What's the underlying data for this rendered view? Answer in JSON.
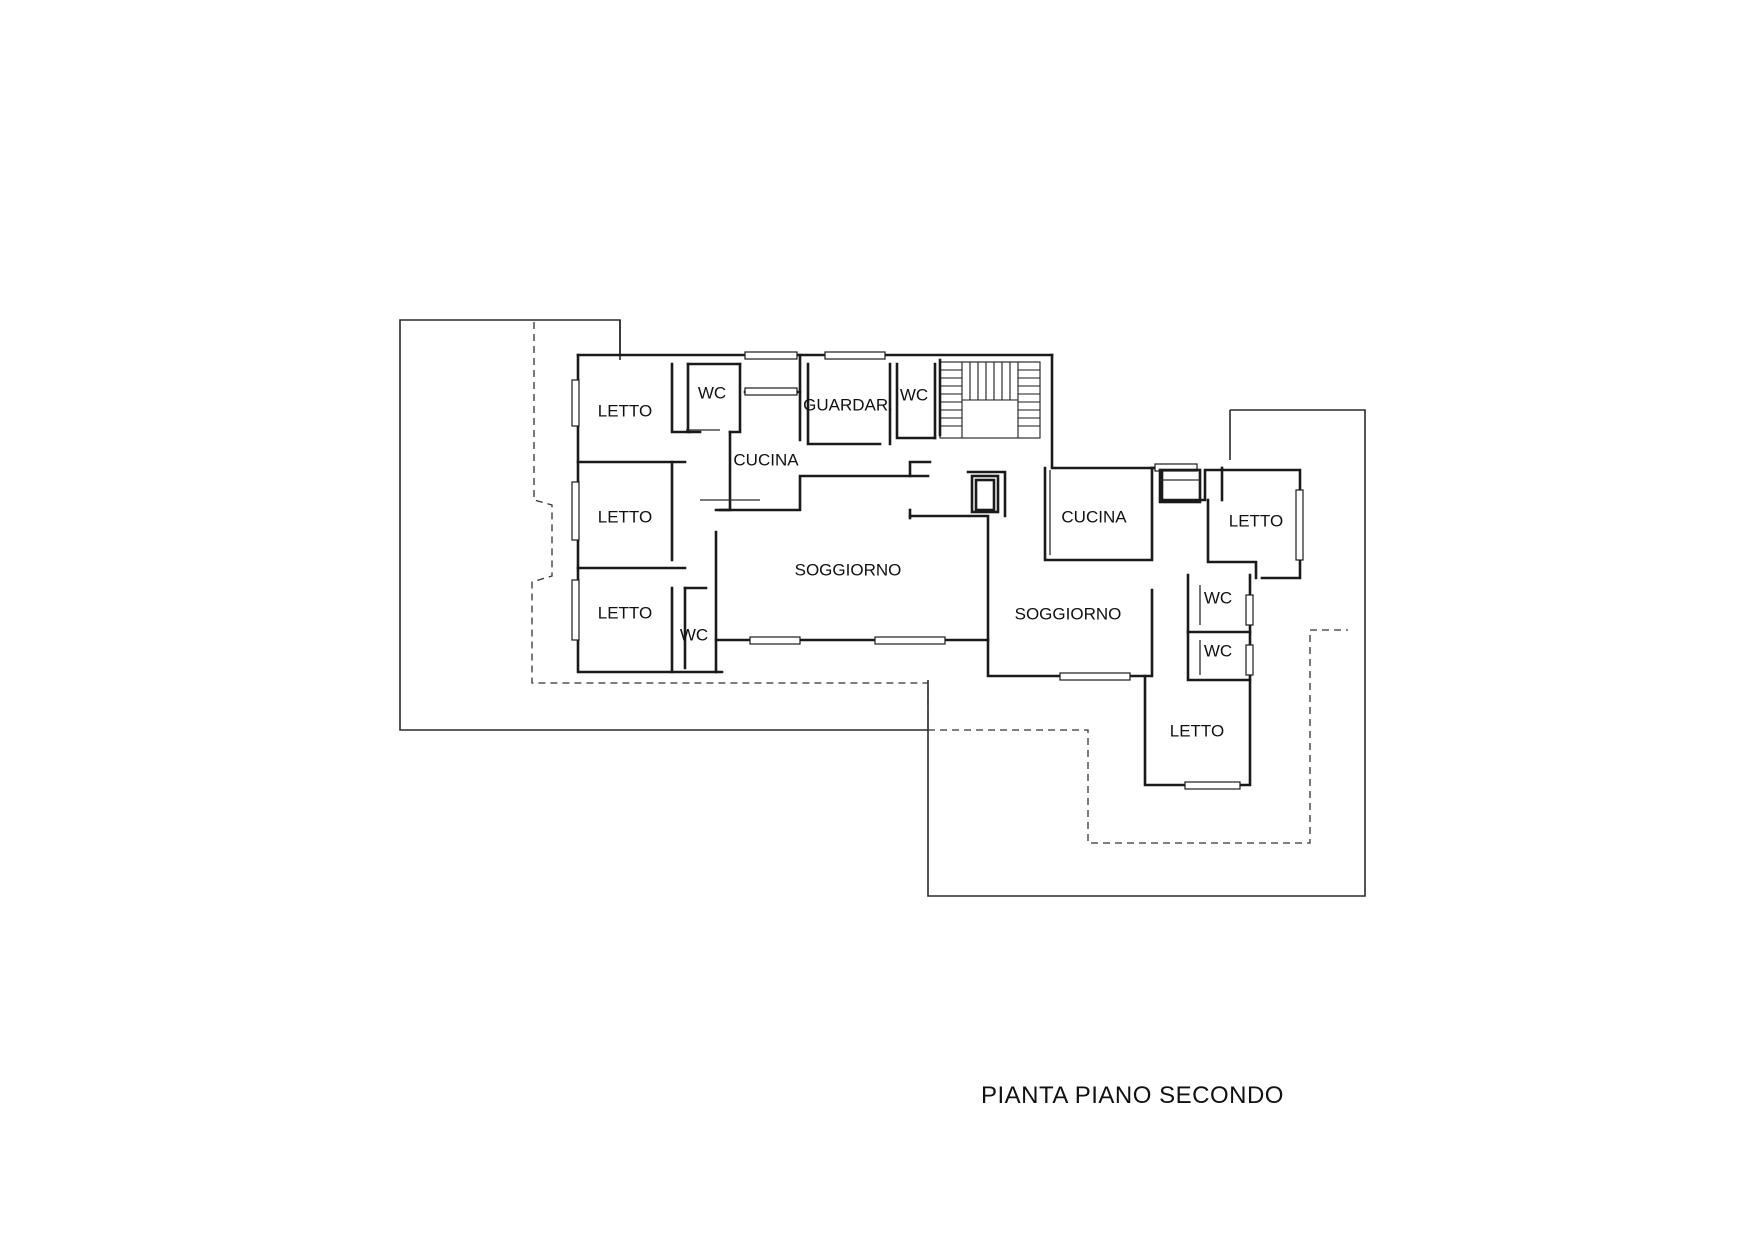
{
  "plan": {
    "title": "PIANTA PIANO SECONDO",
    "rooms": {
      "letto_1": "LETTO",
      "letto_2": "LETTO",
      "letto_3": "LETTO",
      "wc_1": "WC",
      "wc_2": "WC",
      "wc_3": "WC",
      "wc_4": "WC",
      "wc_5": "WC",
      "cucina_1": "CUCINA",
      "cucina_2": "CUCINA",
      "guardaroba": "GUARDAR.",
      "soggiorno_1": "SOGGIORNO",
      "soggiorno_2": "SOGGIORNO",
      "letto_4": "LETTO",
      "letto_5": "LETTO"
    }
  }
}
